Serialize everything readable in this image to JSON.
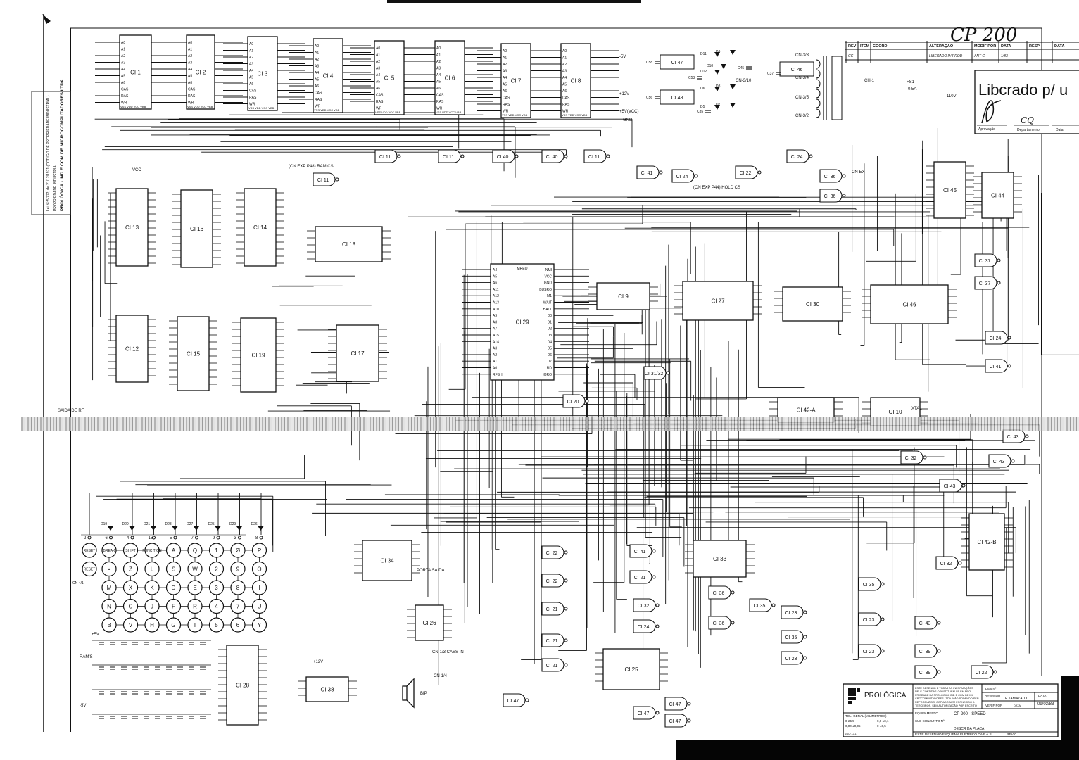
{
  "sheet": {
    "handwritten_title": "CP 200",
    "side_stamp": [
      "PROLÓGICA - IND E COM DE MICROCOMPUTADORES LTDA",
      "PROPRIEDADE INDUSTRIAL",
      "Lei Nº 5.772, de 21/12/1971 (CÓDIGO DE PROPRIEDADE INDUSTRIAL)"
    ]
  },
  "revision_table": {
    "headers": [
      "REV",
      "ITEM",
      "COORD",
      "ALTERAÇÃO",
      "MODIF POR",
      "DATA",
      "RESP",
      "DATA"
    ],
    "row": [
      "CC",
      "",
      "",
      "LIBERADO P/ PROD",
      "ANT C",
      "1/83",
      "",
      ""
    ]
  },
  "release_stamp": {
    "text": "Libcrado p/ u",
    "fields": [
      "Aprovação",
      "Departamento",
      "Data"
    ],
    "dept_value": "CQ"
  },
  "title_block": {
    "company": "PROLÓGICA",
    "notice": [
      "ESTE DESENHO E TODAS AS INFORMAÇÕES",
      "NELE CONTIDAS CONSTITUEM-SE EM PRO-",
      "PRIEDADE DA PROLÓGICA IND E COM DE MI-",
      "CROCOMPUTADORES LTDA. NÃO PODENDO SER",
      "REPRODUZIDO, COPIADO NEM FORNECIDO A",
      "TERCEIROS, SEM AUTORIZAÇÃO POR ESCRITO"
    ],
    "des_no_label": "DES Nº",
    "drawn_label": "DESENHO",
    "drawn_by": "E TAMAZATO",
    "date_label": "DATA",
    "date": "09/03/83",
    "verified_label": "VERIF POR",
    "date2_label": "DATA",
    "tolerance_label": "TOL. GERAL (MILIMETROS)",
    "tolerances": [
      "0-25,5",
      "0,0-±0,1",
      "0,00-±0,05",
      "0-±0,5"
    ],
    "equipment_label": "EQUIPAMENTO",
    "equipment": "CP 200 - SPEED",
    "subassembly_label": "SUB CONJUNTO Nº",
    "description": "DESCR DA PLACA",
    "footer": "ESTE DESENHO ESQUEMA ELETRICO DA P.A.S.",
    "revision": "REV 0",
    "scale_label": "ESCALA"
  },
  "components": {
    "CI1": "CI 1",
    "CI2": "CI 2",
    "CI3": "CI 3",
    "CI4": "CI 4",
    "CI5": "CI 5",
    "CI6": "CI 6",
    "CI7": "CI 7",
    "CI8": "CI 8",
    "CI13": "CI 13",
    "CI16": "CI 16",
    "CI14": "CI 14",
    "CI18": "CI 18",
    "CI12": "CI 12",
    "CI15": "CI 15",
    "CI19": "CI 19",
    "CI17": "CI 17",
    "CI29": "CI 29",
    "CI9": "CI 9",
    "CI27": "CI 27",
    "CI30": "CI 30",
    "CI46": "CI 46",
    "CI45": "CI 45",
    "CI44": "CI 44",
    "CI47r": "CI 47",
    "CI48": "CI 48",
    "CI46r": "CI 46",
    "CI42A": "CI 42-A",
    "CI10": "CI 10",
    "CI42B": "CI 42-B",
    "CI33": "CI 33",
    "CI34": "CI 34",
    "CI26": "CI 26",
    "CI28": "CI 28",
    "CI38": "CI 38",
    "CI25": "CI 25"
  },
  "gates": [
    "CI 11",
    "CI 11",
    "CI 40",
    "CI 40",
    "CI 11",
    "CI 11",
    "CI 41",
    "CI 24",
    "CI 22",
    "CI 24",
    "CI 36",
    "CI 36",
    "CI 37",
    "CI 37",
    "CI 24",
    "CI 41",
    "CI 43",
    "CI 43",
    "CI 43",
    "CI 32",
    "CI 22",
    "CI 22",
    "CI 21",
    "CI 21",
    "CI 21",
    "CI 41",
    "CI 21",
    "CI 32",
    "CI 24",
    "CI 36",
    "CI 36",
    "CI 35",
    "CI 35",
    "CI 23",
    "CI 23",
    "CI 35",
    "CI 23",
    "CI 23",
    "CI 43",
    "CI 39",
    "CI 39",
    "CI 22",
    "CI 47",
    "CI 47",
    "CI 47",
    "CI 47",
    "CI 20",
    "CI 32",
    "CI 31/32"
  ],
  "chip_pins": {
    "ram_left": [
      "A0",
      "A1",
      "A2",
      "A3",
      "A4",
      "A5",
      "A6",
      "CAS",
      "RAS",
      "WR"
    ],
    "ram_bottom": "VSS VDD VCC VBB",
    "cpu_left": [
      "A4",
      "A5",
      "A6",
      "A11",
      "A12",
      "A13",
      "A10",
      "A9",
      "A8",
      "A7",
      "A15",
      "A14",
      "A3",
      "A2",
      "A1",
      "A0",
      "RFSH"
    ],
    "cpu_right": [
      "NMI",
      "VCC",
      "GND",
      "BUSRQ",
      "M1",
      "WAIT",
      "HALT",
      "D0",
      "D1",
      "D2",
      "D3",
      "D4",
      "D5",
      "D6",
      "D7",
      "RD",
      "IORQ"
    ],
    "cpu_top": "MREQ"
  },
  "power": {
    "labels": [
      "-5V",
      "+12V",
      "+5V(VCC)",
      "GND",
      "CN-3/3",
      "CN-3/4",
      "CN-3/10",
      "CN-3/5",
      "CN-3/2",
      "CH-1",
      "FS1",
      "0,5A",
      "110V"
    ],
    "diodes": [
      "D11",
      "D9",
      "D10",
      "D12",
      "D6",
      "D8",
      "D5",
      "D7"
    ],
    "caps": [
      "C58",
      "C53",
      "C45",
      "C37",
      "C56",
      "C35"
    ]
  },
  "keyboard": {
    "pins": [
      "2",
      "6",
      "4",
      "15",
      "5",
      "7",
      "9",
      "3",
      "8"
    ],
    "diodes": [
      "D19",
      "D20",
      "D21",
      "D28",
      "D27",
      "D25",
      "D29",
      "D26"
    ],
    "reset_keys": [
      "RESET",
      "RESET"
    ],
    "connector": "CN-4/1",
    "rows": [
      [
        "BREAK",
        "SHIFT",
        "FUNC TION",
        "A",
        "Q",
        "1",
        "Ø",
        "P"
      ],
      [
        "•",
        "Z",
        "L",
        "S",
        "W",
        "2",
        "9",
        "O"
      ],
      [
        "M",
        "X",
        "K",
        "D",
        "E",
        "3",
        "8",
        "I"
      ],
      [
        "N",
        "C",
        "J",
        "F",
        "R",
        "4",
        "7",
        "U"
      ],
      [
        "B",
        "V",
        "H",
        "G",
        "T",
        "5",
        "6",
        "Y"
      ]
    ]
  },
  "misc_labels": {
    "rf_out": "SAIDA DE RF",
    "ram_cs": "(CN EXP P48) RAM CS",
    "hold_cs": "(CN EXP P44) HOLD CS",
    "buzzer": "BIP",
    "rams": "RAM'S",
    "vcc": "VCC",
    "plus12": "+12V",
    "plus5": "+5V",
    "minus5": "-5V",
    "cass_in": "CN-1/3 CASS IN",
    "cass_out": "CN-1/4",
    "xtal": "XTAL",
    "porta_saida": "PORTA SAIDA",
    "cn_ex": "CN-EX"
  }
}
